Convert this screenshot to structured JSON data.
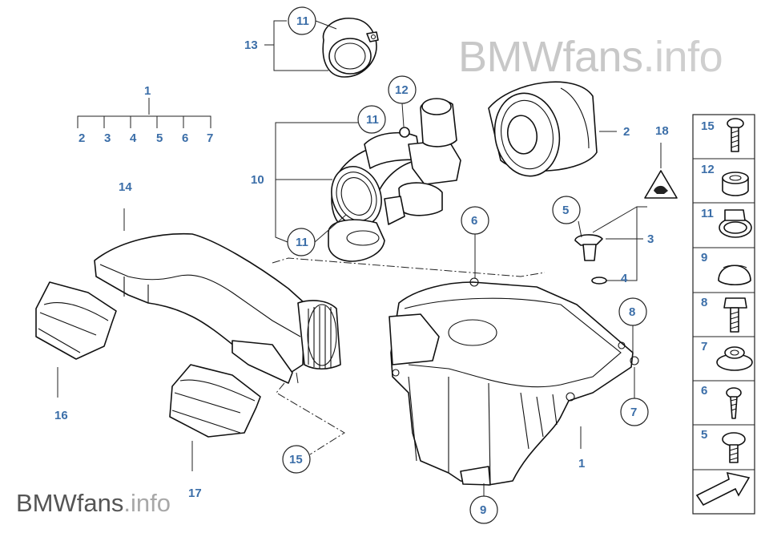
{
  "watermark_top": {
    "brand": "BMWfans",
    "suffix": ".info"
  },
  "watermark_bottom": {
    "brand": "BMWfans",
    "suffix": ".info"
  },
  "labels": {
    "group_1": "1",
    "sub_2": "2",
    "sub_3": "3",
    "sub_4": "4",
    "sub_5": "5",
    "sub_6": "6",
    "sub_7": "7",
    "l13": "13",
    "l11_top": "11",
    "l12": "12",
    "l11_mid": "11",
    "l10": "10",
    "l11_low": "11",
    "l14": "14",
    "l16": "16",
    "l17": "17",
    "l15": "15",
    "l2": "2",
    "l18": "18",
    "l5": "5",
    "l3": "3",
    "l4": "4",
    "l6": "6",
    "l8": "8",
    "l7": "7",
    "l1": "1",
    "l9": "9"
  },
  "side_panel": [
    {
      "num": "15",
      "icon": "screw-icon"
    },
    {
      "num": "12",
      "icon": "grommet-icon"
    },
    {
      "num": "11",
      "icon": "hose-clamp-icon"
    },
    {
      "num": "9",
      "icon": "rubber-cap-icon"
    },
    {
      "num": "8",
      "icon": "hex-bolt-icon"
    },
    {
      "num": "7",
      "icon": "rubber-mount-icon"
    },
    {
      "num": "6",
      "icon": "self-tapping-screw-icon"
    },
    {
      "num": "5",
      "icon": "collar-screw-icon"
    },
    {
      "num": "",
      "icon": "arrow-next-icon"
    }
  ]
}
